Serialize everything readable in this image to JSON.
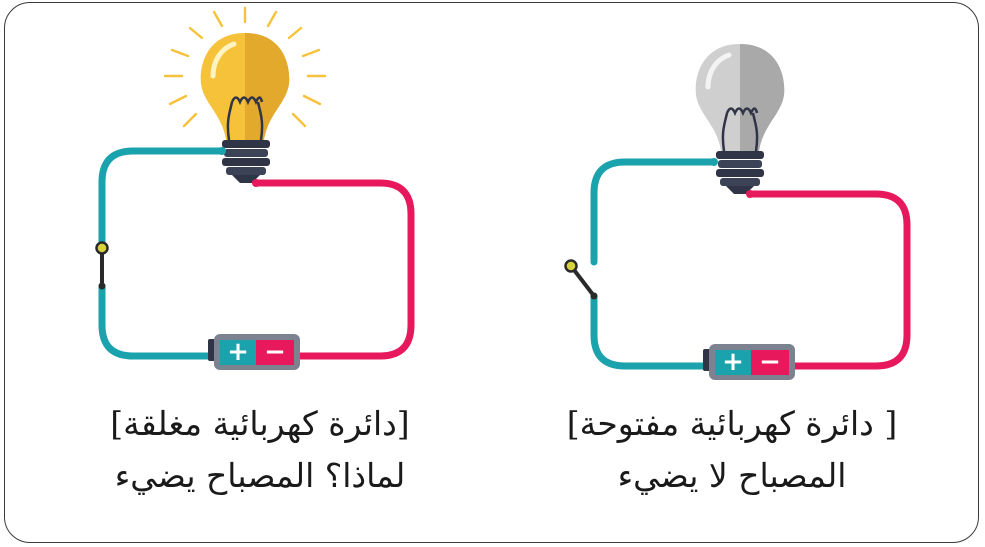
{
  "closed_circuit": {
    "title": "[دائرة كهربائية مغلقة]",
    "question": "لماذا؟ المصباح يضيء"
  },
  "open_circuit": {
    "title": "[ دائرة كهربائية مفتوحة]",
    "statement": "المصباح لا يضيء"
  },
  "battery": {
    "plus": "+",
    "minus": "−"
  },
  "colors": {
    "wire_blue": "#1aa3ad",
    "wire_red": "#e8185c",
    "bulb_on": "#f6c23a",
    "bulb_off": "#c9c9c9",
    "socket": "#2f3447"
  }
}
